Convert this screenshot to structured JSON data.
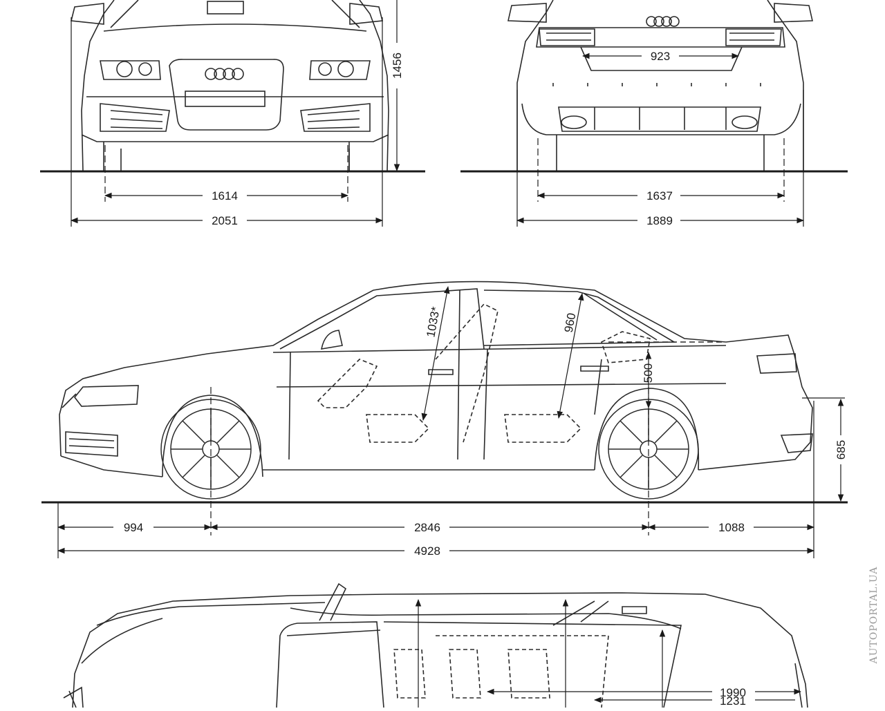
{
  "dimensions": {
    "front_height": "1456",
    "front_track": "1614",
    "front_width_mirrors": "2051",
    "rear_trunk_opening": "923",
    "rear_track": "1637",
    "rear_width": "1889",
    "front_headroom": "1033*",
    "rear_headroom": "960",
    "rear_seat_height": "500",
    "rear_load_height": "685",
    "front_overhang": "994",
    "wheelbase": "2846",
    "rear_overhang": "1088",
    "overall_length": "4928",
    "top_width_front": "1990",
    "top_width_rear": "1231"
  },
  "watermark": "AUTOPORTAL.UA"
}
